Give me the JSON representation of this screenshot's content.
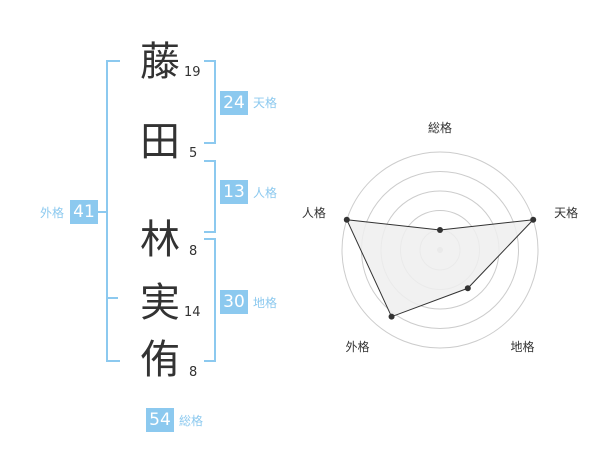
{
  "name_chars": [
    {
      "char": "藤",
      "strokes": "19"
    },
    {
      "char": "田",
      "strokes": "5"
    },
    {
      "char": "林",
      "strokes": "8"
    },
    {
      "char": "実",
      "strokes": "14"
    },
    {
      "char": "侑",
      "strokes": "8"
    }
  ],
  "fortunes": {
    "tenkaku": {
      "value": "24",
      "label": "天格"
    },
    "jinkaku": {
      "value": "13",
      "label": "人格"
    },
    "chikaku": {
      "value": "30",
      "label": "地格"
    },
    "gaikaku": {
      "value": "41",
      "label": "外格"
    },
    "soukaku": {
      "value": "54",
      "label": "総格"
    }
  },
  "colors": {
    "accent": "#8cc9ef",
    "text": "#333333",
    "radar_fill": "#eeeeee",
    "grid": "#cccccc"
  },
  "chart_data": {
    "type": "radar",
    "axes": [
      "総格",
      "天格",
      "地格",
      "外格",
      "人格"
    ],
    "values": [
      0.0,
      1.0,
      0.35,
      0.8,
      1.0
    ],
    "max": 1.0,
    "rings": 4
  }
}
